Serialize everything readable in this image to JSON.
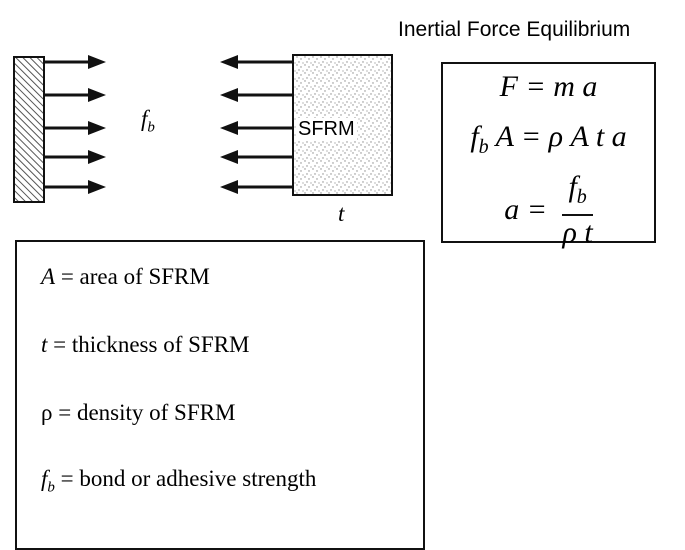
{
  "title": "Inertial Force Equilibrium",
  "equations": {
    "eq1": "F = m a",
    "eq2_lhs": "f",
    "eq2_sub": "b",
    "eq2_rhs": " A = ρ A t a",
    "eq3_lhs": "a = ",
    "eq3_num_base": "f",
    "eq3_num_sub": "b",
    "eq3_den": "ρ t"
  },
  "diagram": {
    "force_symbol": "f",
    "force_subscript": "b",
    "specimen_label": "SFRM",
    "thickness_label": "t",
    "arrow_count_left": 5,
    "arrow_count_right": 5
  },
  "definitions": [
    {
      "symbol": "A",
      "sub": "",
      "text": " = area of SFRM"
    },
    {
      "symbol": "t",
      "sub": "",
      "text": " = thickness of SFRM"
    },
    {
      "symbol": "ρ",
      "sub": "",
      "text": " = density of SFRM"
    },
    {
      "symbol": "f",
      "sub": "b",
      "text": " = bond or adhesive strength"
    }
  ],
  "colors": {
    "ink": "#111111",
    "hatch": "#555555",
    "speckle": "#8a8a8a"
  }
}
